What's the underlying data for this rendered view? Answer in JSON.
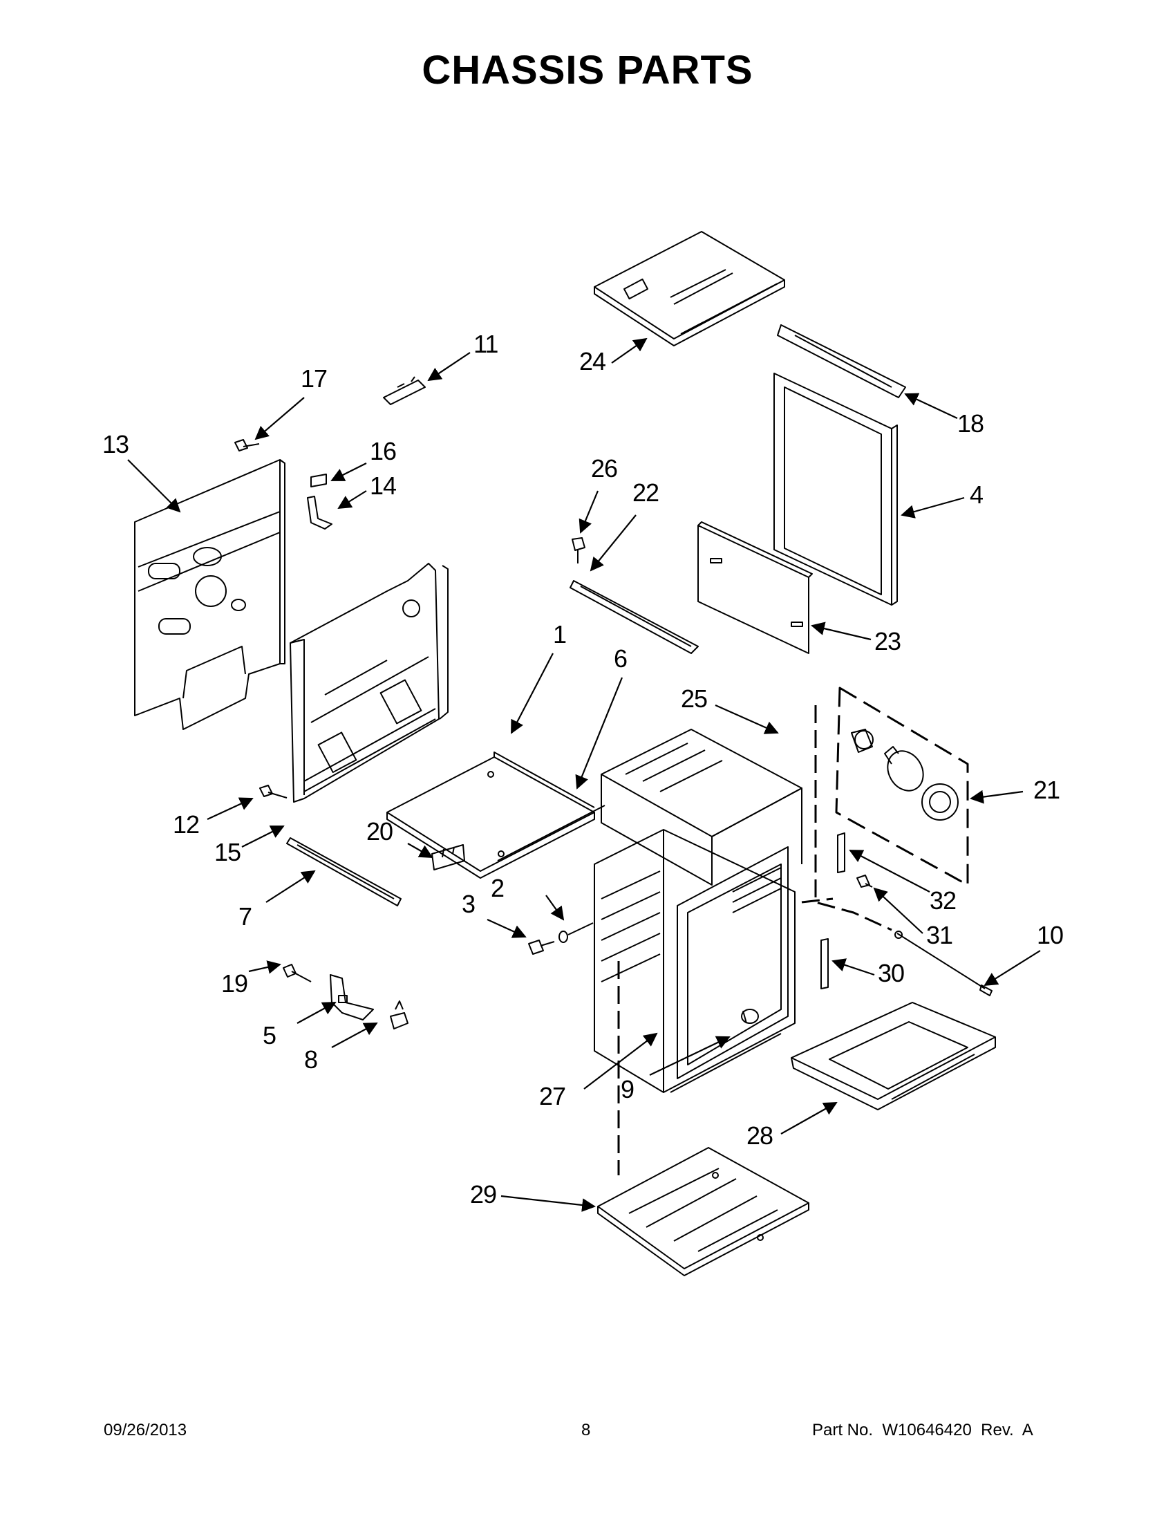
{
  "title": "CHASSIS PARTS",
  "footer": {
    "date": "09/26/2013",
    "page": "8",
    "part_no": "Part No.  W10646420  Rev.  A"
  },
  "callouts": {
    "c1": "1",
    "c2": "2",
    "c3": "3",
    "c4": "4",
    "c5": "5",
    "c6": "6",
    "c7": "7",
    "c8": "8",
    "c9": "9",
    "c10": "10",
    "c11": "11",
    "c12": "12",
    "c13": "13",
    "c14": "14",
    "c15": "15",
    "c16": "16",
    "c17": "17",
    "c18": "18",
    "c19": "19",
    "c20": "20",
    "c21": "21",
    "c22": "22",
    "c23": "23",
    "c24": "24",
    "c25": "25",
    "c26": "26",
    "c27": "27",
    "c28": "28",
    "c29": "29",
    "c30": "30",
    "c31": "31",
    "c32": "32"
  }
}
